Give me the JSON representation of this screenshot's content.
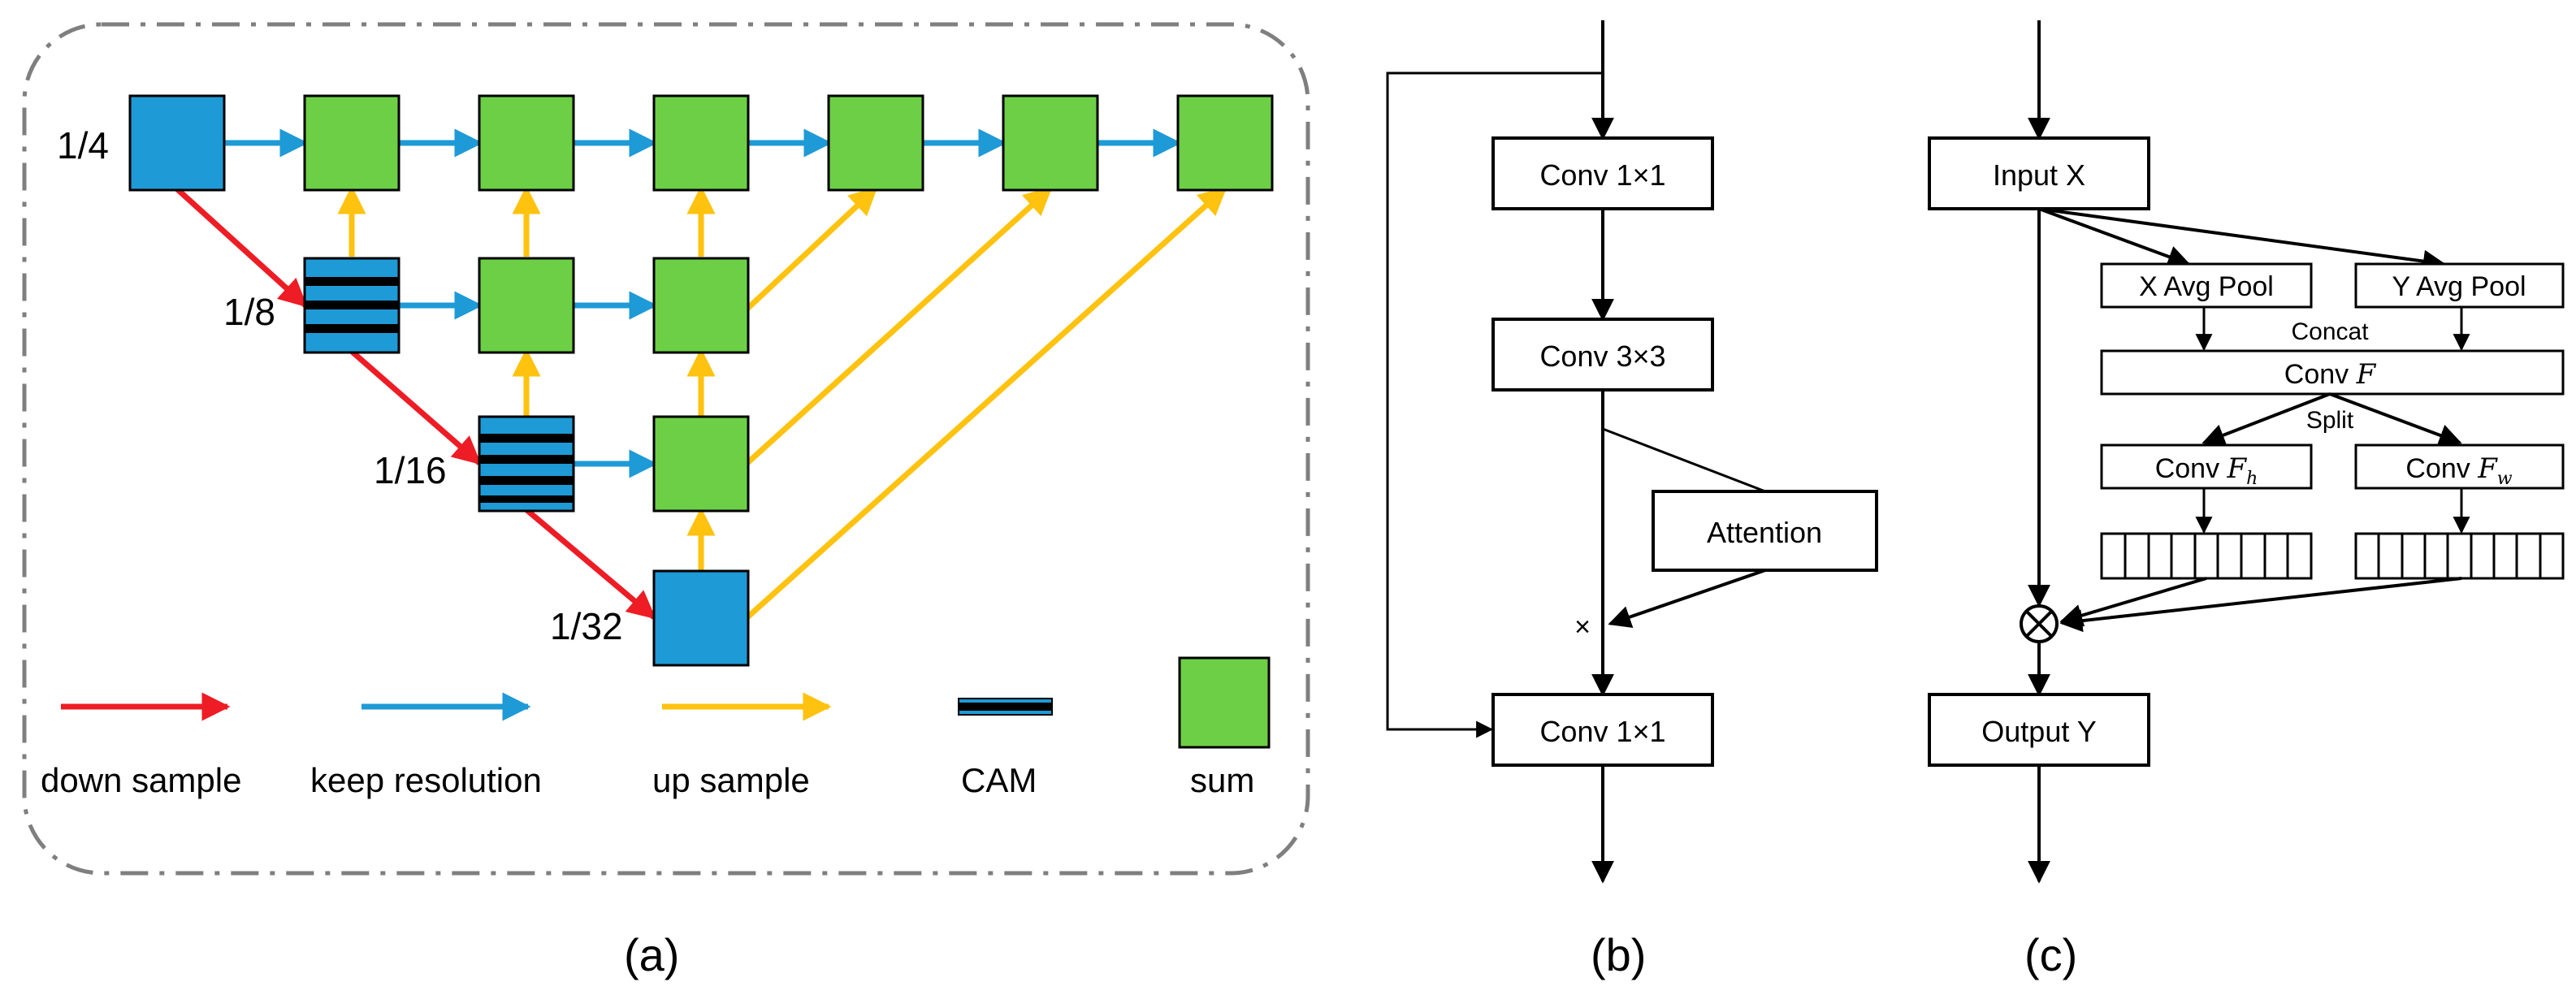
{
  "panel_a": {
    "scales": [
      "1/4",
      "1/8",
      "1/16",
      "1/32"
    ],
    "legend": {
      "down": "down sample",
      "keep": "keep resolution",
      "up": "up sample",
      "cam": "CAM",
      "sum": "sum"
    },
    "caption": "(a)"
  },
  "panel_b": {
    "conv1_top": "Conv 1×1",
    "conv3": "Conv 3×3",
    "attention": "Attention",
    "multiply": "×",
    "conv1_bottom": "Conv 1×1",
    "caption": "(b)"
  },
  "panel_c": {
    "input": "Input X",
    "x_pool": "X Avg Pool",
    "y_pool": "Y Avg Pool",
    "concat": "Concat",
    "conv_f_prefix": "Conv",
    "conv_f_var": "F",
    "split": "Split",
    "conv_fh_prefix": "Conv",
    "conv_fh_var": "F",
    "conv_fh_sub": "h",
    "conv_fw_prefix": "Conv",
    "conv_fw_var": "F",
    "conv_fw_sub": "w",
    "output": "Output Y",
    "caption": "(c)"
  },
  "colors": {
    "red": "#ee1c24",
    "blue": "#1e9ad6",
    "yellow": "#ffc20e",
    "green": "#6dcf45",
    "box_blue": "#1e9ad6"
  }
}
